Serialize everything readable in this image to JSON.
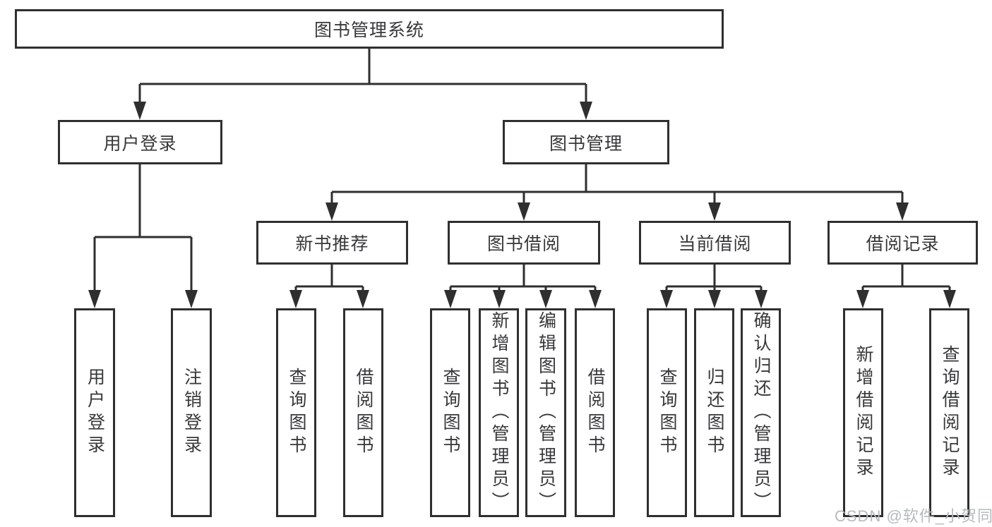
{
  "tree": {
    "label": "图书管理系统",
    "children": [
      {
        "label": "用户登录",
        "children": [
          {
            "label": "用户登录"
          },
          {
            "label": "注销登录"
          }
        ]
      },
      {
        "label": "图书管理",
        "children": [
          {
            "label": "新书推荐",
            "children": [
              {
                "label": "查询图书"
              },
              {
                "label": "借阅图书"
              }
            ]
          },
          {
            "label": "图书借阅",
            "children": [
              {
                "label": "查询图书"
              },
              {
                "label": "新增图书（管理员）"
              },
              {
                "label": "编辑图书（管理员）"
              },
              {
                "label": "借阅图书"
              }
            ]
          },
          {
            "label": "当前借阅",
            "children": [
              {
                "label": "查询图书"
              },
              {
                "label": "归还图书"
              },
              {
                "label": "确认归还（管理员）"
              }
            ]
          },
          {
            "label": "借阅记录",
            "children": [
              {
                "label": "新增借阅记录"
              },
              {
                "label": "查询借阅记录"
              }
            ]
          }
        ]
      }
    ]
  },
  "watermark": {
    "text": "CSDN @软件_小贺同学"
  },
  "colors": {
    "line": "#2f2f2f",
    "text": "#37383a",
    "watermark": "#b6babd",
    "background": "#ffffff"
  }
}
